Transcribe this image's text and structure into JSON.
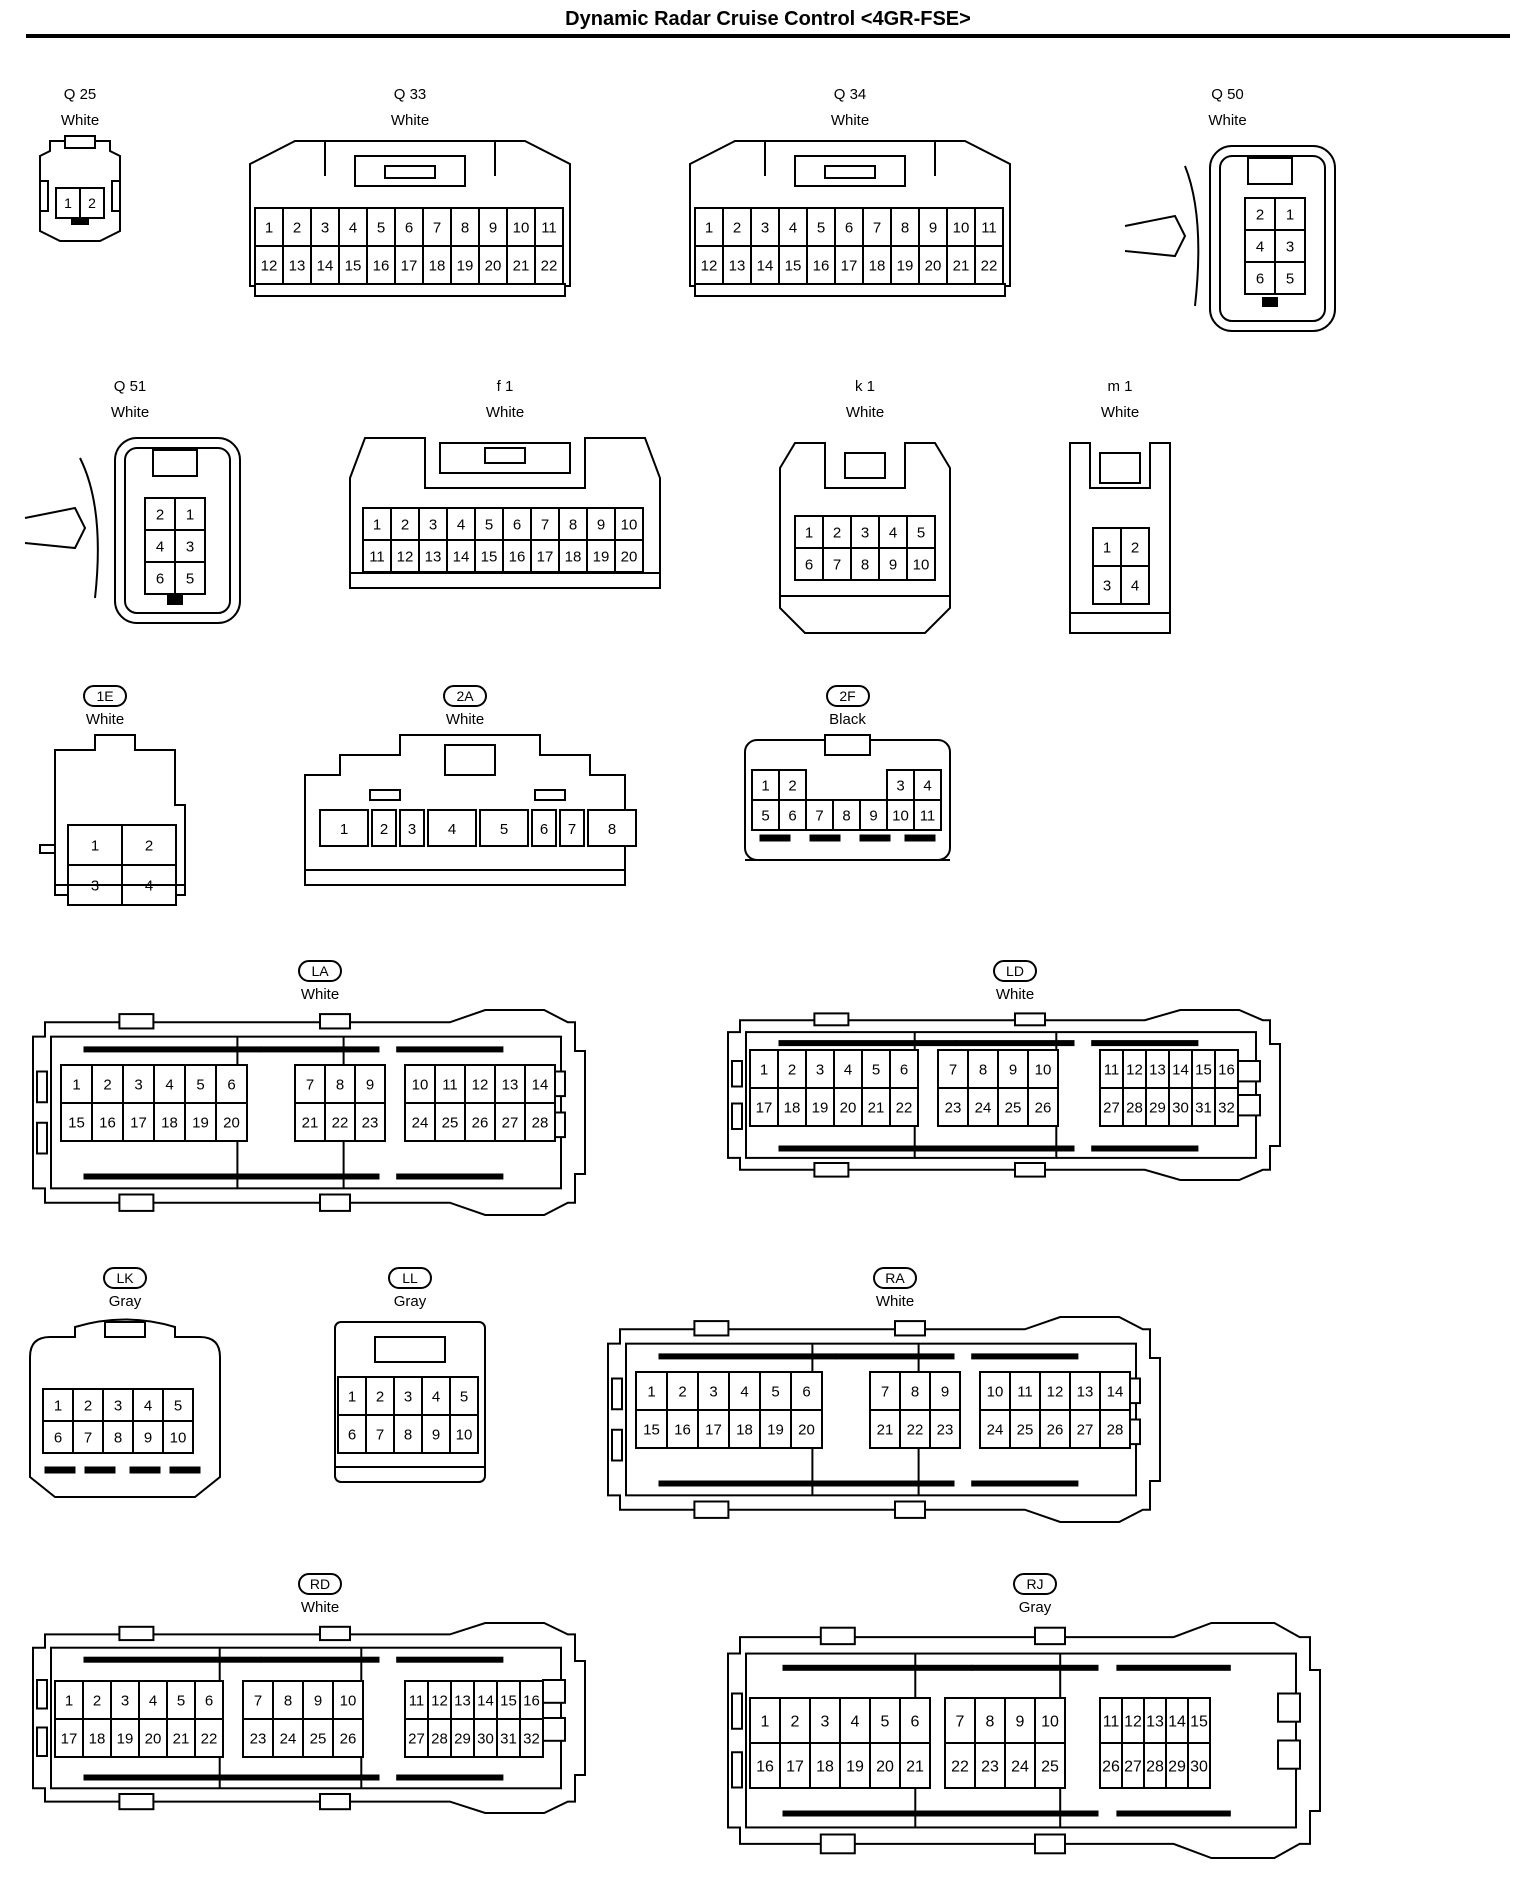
{
  "title": "Dynamic Radar Cruise Control <4GR-FSE>",
  "connectors": [
    {
      "id": "Q 25",
      "color": "White",
      "badge": false,
      "pins": [
        [
          "1",
          "2"
        ]
      ]
    },
    {
      "id": "Q 33",
      "color": "White",
      "badge": false,
      "pins": [
        [
          "1",
          "2",
          "3",
          "4",
          "5",
          "6",
          "7",
          "8",
          "9",
          "10",
          "11"
        ],
        [
          "12",
          "13",
          "14",
          "15",
          "16",
          "17",
          "18",
          "19",
          "20",
          "21",
          "22"
        ]
      ]
    },
    {
      "id": "Q 34",
      "color": "White",
      "badge": false,
      "pins": [
        [
          "1",
          "2",
          "3",
          "4",
          "5",
          "6",
          "7",
          "8",
          "9",
          "10",
          "11"
        ],
        [
          "12",
          "13",
          "14",
          "15",
          "16",
          "17",
          "18",
          "19",
          "20",
          "21",
          "22"
        ]
      ]
    },
    {
      "id": "Q 50",
      "color": "White",
      "badge": false,
      "pins": [
        [
          "2",
          "1"
        ],
        [
          "4",
          "3"
        ],
        [
          "6",
          "5"
        ]
      ]
    },
    {
      "id": "Q 51",
      "color": "White",
      "badge": false,
      "pins": [
        [
          "2",
          "1"
        ],
        [
          "4",
          "3"
        ],
        [
          "6",
          "5"
        ]
      ]
    },
    {
      "id": "f 1",
      "color": "White",
      "badge": false,
      "pins": [
        [
          "1",
          "2",
          "3",
          "4",
          "5",
          "6",
          "7",
          "8",
          "9",
          "10"
        ],
        [
          "11",
          "12",
          "13",
          "14",
          "15",
          "16",
          "17",
          "18",
          "19",
          "20"
        ]
      ]
    },
    {
      "id": "k 1",
      "color": "White",
      "badge": false,
      "pins": [
        [
          "1",
          "2",
          "3",
          "4",
          "5"
        ],
        [
          "6",
          "7",
          "8",
          "9",
          "10"
        ]
      ]
    },
    {
      "id": "m 1",
      "color": "White",
      "badge": false,
      "pins": [
        [
          "1",
          "2"
        ],
        [
          "3",
          "4"
        ]
      ]
    },
    {
      "id": "1E",
      "color": "White",
      "badge": true,
      "pins": [
        [
          "1",
          "2"
        ],
        [
          "3",
          "4"
        ]
      ]
    },
    {
      "id": "2A",
      "color": "White",
      "badge": true,
      "pins": [
        [
          "1",
          "2",
          "3",
          "4",
          "5",
          "6",
          "7",
          "8"
        ]
      ]
    },
    {
      "id": "2F",
      "color": "Black",
      "badge": true,
      "pins": [
        [
          "1",
          "2",
          "",
          "",
          "",
          "3",
          "4"
        ],
        [
          "5",
          "6",
          "7",
          "8",
          "9",
          "10",
          "11"
        ]
      ]
    },
    {
      "id": "LA",
      "color": "White",
      "badge": true,
      "groups": [
        [
          [
            "1",
            "2",
            "3",
            "4",
            "5",
            "6"
          ],
          [
            "15",
            "16",
            "17",
            "18",
            "19",
            "20"
          ]
        ],
        [
          [
            "7",
            "8",
            "9"
          ],
          [
            "21",
            "22",
            "23"
          ]
        ],
        [
          [
            "10",
            "11",
            "12",
            "13",
            "14"
          ],
          [
            "24",
            "25",
            "26",
            "27",
            "28"
          ]
        ]
      ]
    },
    {
      "id": "LD",
      "color": "White",
      "badge": true,
      "groups": [
        [
          [
            "1",
            "2",
            "3",
            "4",
            "5",
            "6"
          ],
          [
            "17",
            "18",
            "19",
            "20",
            "21",
            "22"
          ]
        ],
        [
          [
            "7",
            "8",
            "9",
            "10"
          ],
          [
            "23",
            "24",
            "25",
            "26"
          ]
        ],
        [
          [
            "11",
            "12",
            "13",
            "14",
            "15",
            "16"
          ],
          [
            "27",
            "28",
            "29",
            "30",
            "31",
            "32"
          ]
        ]
      ]
    },
    {
      "id": "LK",
      "color": "Gray",
      "badge": true,
      "pins": [
        [
          "1",
          "2",
          "3",
          "4",
          "5"
        ],
        [
          "6",
          "7",
          "8",
          "9",
          "10"
        ]
      ]
    },
    {
      "id": "LL",
      "color": "Gray",
      "badge": true,
      "pins": [
        [
          "1",
          "2",
          "3",
          "4",
          "5"
        ],
        [
          "6",
          "7",
          "8",
          "9",
          "10"
        ]
      ]
    },
    {
      "id": "RA",
      "color": "White",
      "badge": true,
      "groups": [
        [
          [
            "1",
            "2",
            "3",
            "4",
            "5",
            "6"
          ],
          [
            "15",
            "16",
            "17",
            "18",
            "19",
            "20"
          ]
        ],
        [
          [
            "7",
            "8",
            "9"
          ],
          [
            "21",
            "22",
            "23"
          ]
        ],
        [
          [
            "10",
            "11",
            "12",
            "13",
            "14"
          ],
          [
            "24",
            "25",
            "26",
            "27",
            "28"
          ]
        ]
      ]
    },
    {
      "id": "RD",
      "color": "White",
      "badge": true,
      "groups": [
        [
          [
            "1",
            "2",
            "3",
            "4",
            "5",
            "6"
          ],
          [
            "17",
            "18",
            "19",
            "20",
            "21",
            "22"
          ]
        ],
        [
          [
            "7",
            "8",
            "9",
            "10"
          ],
          [
            "23",
            "24",
            "25",
            "26"
          ]
        ],
        [
          [
            "11",
            "12",
            "13",
            "14",
            "15",
            "16"
          ],
          [
            "27",
            "28",
            "29",
            "30",
            "31",
            "32"
          ]
        ]
      ]
    },
    {
      "id": "RJ",
      "color": "Gray",
      "badge": true,
      "groups": [
        [
          [
            "1",
            "2",
            "3",
            "4",
            "5",
            "6"
          ],
          [
            "16",
            "17",
            "18",
            "19",
            "20",
            "21"
          ]
        ],
        [
          [
            "7",
            "8",
            "9",
            "10"
          ],
          [
            "22",
            "23",
            "24",
            "25"
          ]
        ],
        [
          [
            "11",
            "12",
            "13",
            "14",
            "15"
          ],
          [
            "26",
            "27",
            "28",
            "29",
            "30"
          ]
        ]
      ]
    }
  ]
}
